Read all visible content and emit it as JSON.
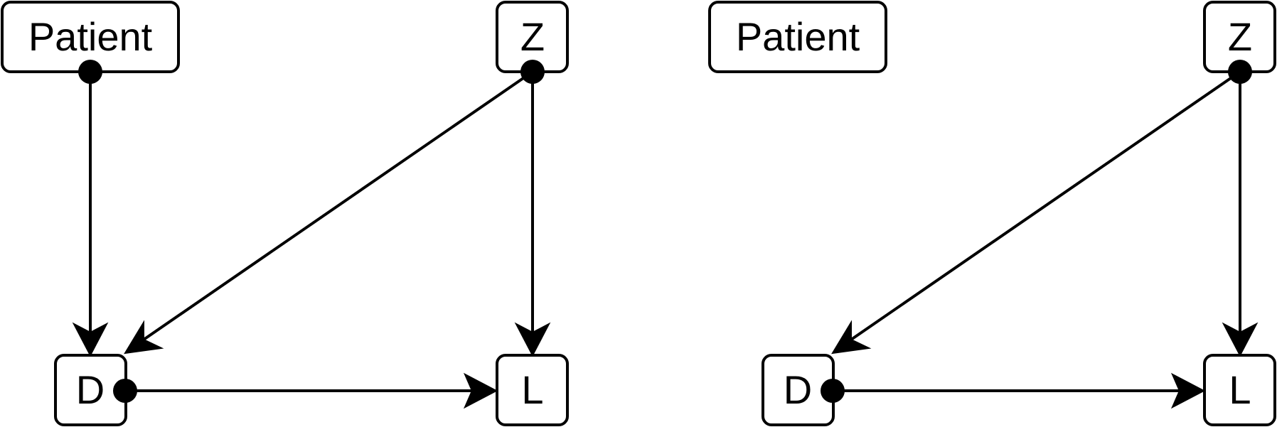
{
  "panels": [
    {
      "nodes": {
        "patient": "Patient",
        "z": "Z",
        "d": "D",
        "l": "L"
      },
      "edges": [
        {
          "from": "Patient",
          "to": "D"
        },
        {
          "from": "Z",
          "to": "D"
        },
        {
          "from": "Z",
          "to": "L"
        },
        {
          "from": "D",
          "to": "L"
        }
      ]
    },
    {
      "nodes": {
        "patient": "Patient",
        "z": "Z",
        "d": "D",
        "l": "L"
      },
      "edges": [
        {
          "from": "Z",
          "to": "D"
        },
        {
          "from": "Z",
          "to": "L"
        },
        {
          "from": "D",
          "to": "L"
        }
      ]
    }
  ]
}
